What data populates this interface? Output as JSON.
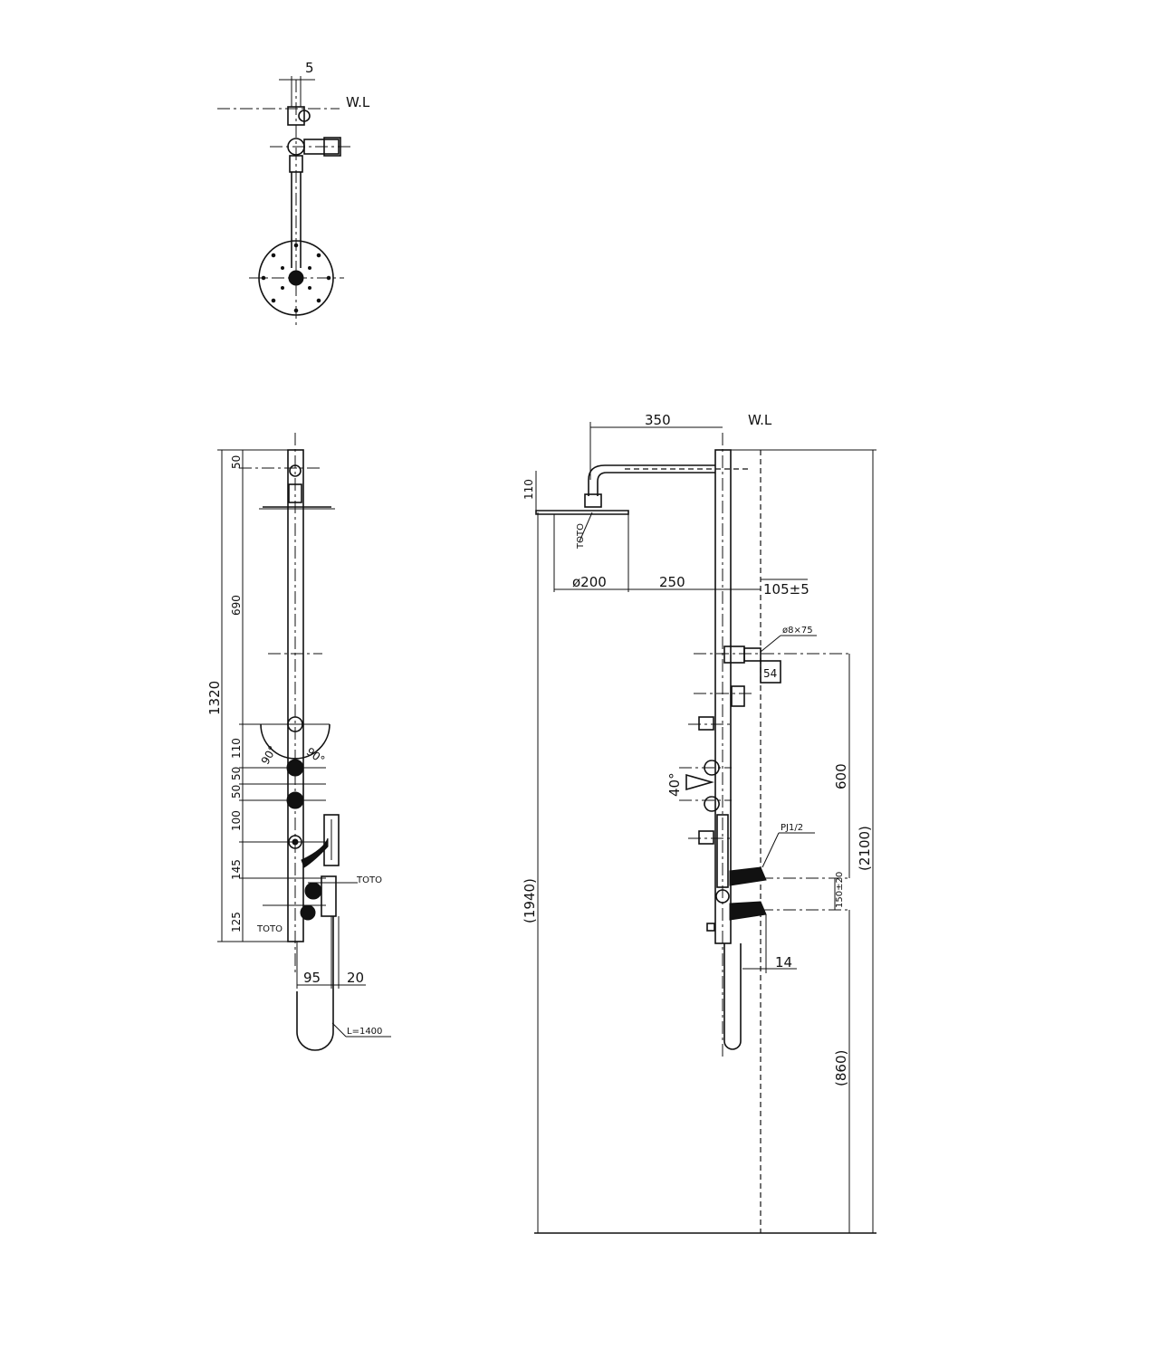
{
  "top_view": {
    "dim_offset": "5",
    "water_level": "W.L"
  },
  "front_view": {
    "dims": {
      "overall": "1320",
      "d50": "50",
      "d690": "690",
      "d110": "110",
      "d50a": "50",
      "d50b": "50",
      "d100": "100",
      "d145": "145",
      "d125": "125",
      "d95": "95",
      "d20": "20"
    },
    "angle_left": "90°",
    "angle_right": "90°",
    "brand_a": "TOTO",
    "brand_b": "TOTO",
    "hose_length": "L=1400"
  },
  "side_view": {
    "water_level": "W.L",
    "dims": {
      "arm": "350",
      "head_drop": "110",
      "head_dia": "ø200",
      "head_to_bar": "250",
      "wall_offset": "105±5",
      "total_height": "(1940)",
      "ceiling": "(2100)",
      "valve_span": "600",
      "inlet_gap": "14",
      "floor_to_inlet": "(860)",
      "inlet_pitch": "150±20",
      "flange": "54"
    },
    "pipe_spec": "ø8×75",
    "thread_spec": "PJ1/2",
    "angle_spout": "40°",
    "brand": "TOTO"
  }
}
